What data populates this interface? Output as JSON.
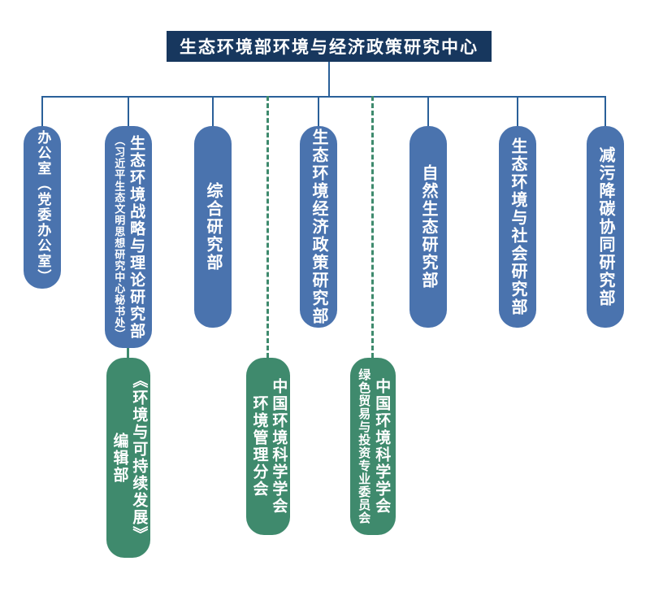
{
  "colors": {
    "header_bg": "#17375e",
    "department_bg": "#4a73ae",
    "affiliate_bg": "#3f8a6d",
    "connector_blue": "#2a6099",
    "connector_teal": "#3e8a6d",
    "text": "#ffffff",
    "background": "#ffffff"
  },
  "header": {
    "title": "生态环境部环境与经济政策研究中心"
  },
  "departments": [
    {
      "name": "办公室（党委办公室）",
      "lines": [
        "办公室（党委办公室）"
      ]
    },
    {
      "name": "生态环境战略与理论研究部（习近平生态文明思想研究中心秘书处）",
      "lines": [
        "生态环境战略与理论研究部",
        "（习近平生态文明思想研究中心秘书处）"
      ]
    },
    {
      "name": "综合研究部",
      "lines": [
        "综合研究部"
      ]
    },
    {
      "name": "生态环境经济政策研究部",
      "lines": [
        "生态环境经济政策研究部"
      ]
    },
    {
      "name": "自然生态研究部",
      "lines": [
        "自然生态研究部"
      ]
    },
    {
      "name": "生态环境与社会研究部",
      "lines": [
        "生态环境与社会研究部"
      ]
    },
    {
      "name": "减污降碳协同研究部",
      "lines": [
        "减污降碳协同研究部"
      ]
    }
  ],
  "affiliates": [
    {
      "name": "《环境与可持续发展》编辑部",
      "lines": [
        "《环境与可持续发展》",
        "编辑部"
      ],
      "connector": "solid"
    },
    {
      "name": "中国环境科学学会环境管理分会",
      "lines": [
        "中国环境科学学会",
        "环境管理分会"
      ],
      "connector": "dashed"
    },
    {
      "name": "中国环境科学学会绿色贸易与投资专业委员会",
      "lines": [
        "中国环境科学学会",
        "绿色贸易与投资专业委员会"
      ],
      "connector": "dashed"
    }
  ]
}
